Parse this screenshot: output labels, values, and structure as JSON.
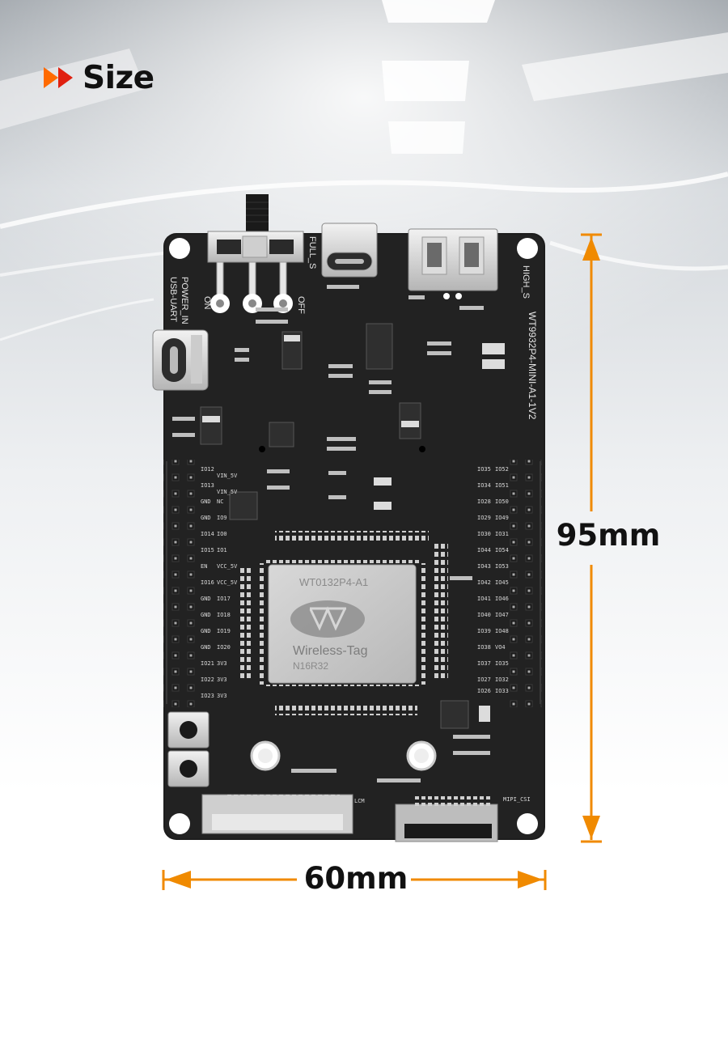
{
  "header": {
    "title": "Size",
    "icon": "double-play-icon",
    "accent": "#ff6a00"
  },
  "dimensions": {
    "height": "95mm",
    "width": "60mm",
    "color": "#f08a00"
  },
  "board": {
    "name": "WT9932P4-MINI-A1-1V2",
    "chip": {
      "model": "WT0132P4-A1",
      "brand": "Wireless-Tag",
      "variant": "N16R32"
    },
    "switch_labels": {
      "full": "FULL_S",
      "on": "ON",
      "off": "OFF",
      "high": "HIGH_S"
    },
    "power_labels": {
      "power": "POWER_IN",
      "uart": "USB-UART"
    },
    "connector_labels": {
      "lcm": "LCM",
      "csi": "MIPI_CSI"
    },
    "left_pins": [
      [
        "IO12",
        "VIN_5V"
      ],
      [
        "IO13",
        "VIN_5V"
      ],
      [
        "GND",
        "NC"
      ],
      [
        "GND",
        "IO9"
      ],
      [
        "IO14",
        "IO0"
      ],
      [
        "IO15",
        "IO1"
      ],
      [
        "EN",
        "VCC_5V"
      ],
      [
        "IO16",
        "VCC_5V"
      ],
      [
        "GND",
        "IO17"
      ],
      [
        "GND",
        "IO18"
      ],
      [
        "GND",
        "IO19"
      ],
      [
        "GND",
        "IO20"
      ],
      [
        "IO21",
        "3V3"
      ],
      [
        "IO22",
        "3V3"
      ],
      [
        "IO23",
        "3V3"
      ]
    ],
    "right_pins": [
      [
        "IO35",
        "IO52"
      ],
      [
        "IO34",
        "IO51"
      ],
      [
        "IO28",
        "IO50"
      ],
      [
        "IO29",
        "IO49"
      ],
      [
        "IO30",
        "IO31"
      ],
      [
        "IO44",
        "IO54"
      ],
      [
        "IO43",
        "IO53"
      ],
      [
        "IO42",
        "IO45"
      ],
      [
        "IO41",
        "IO46"
      ],
      [
        "IO40",
        "IO47"
      ],
      [
        "IO39",
        "IO48"
      ],
      [
        "IO38",
        "VO4"
      ],
      [
        "IO37",
        "IO35"
      ],
      [
        "IO27",
        "IO32"
      ],
      [
        "IO26",
        "IO33"
      ]
    ]
  }
}
